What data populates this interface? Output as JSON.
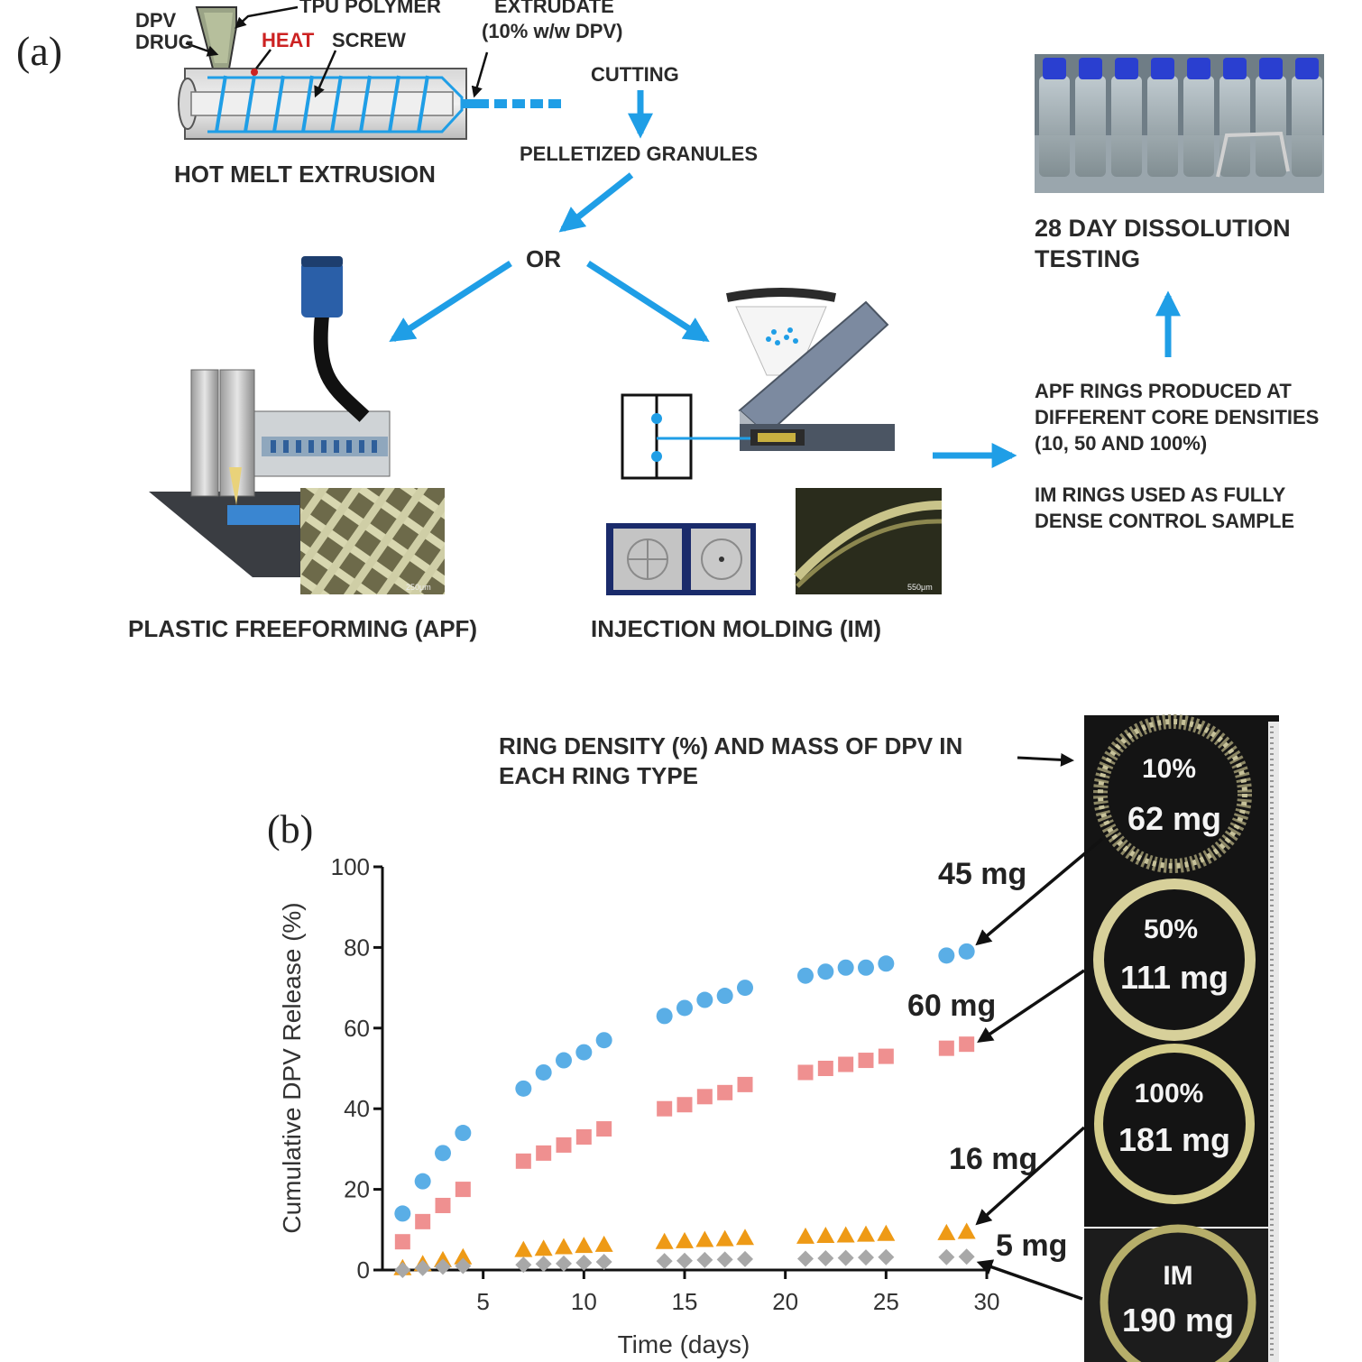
{
  "panel_a": {
    "label": "(a)",
    "hme": {
      "dpv_drug": "DPV\nDRUG",
      "tpu_polymer": "TPU POLYMER",
      "heat": "HEAT",
      "screw": "SCREW",
      "extrudate": "EXTRUDATE",
      "extrudate_sub": "(10% w/w DPV)",
      "title": "HOT MELT EXTRUSION"
    },
    "cutting": "CUTTING",
    "pellets": "PELLETIZED GRANULES",
    "or": "OR",
    "apf_title": "PLASTIC FREEFORMING (APF)",
    "im_title": "INJECTION MOLDING (IM)",
    "apf_scale": "250μm",
    "im_scale": "550μm",
    "dissolution": "28 DAY DISSOLUTION\nTESTING",
    "note1": "APF RINGS PRODUCED AT\nDIFFERENT CORE DENSITIES\n(10, 50 AND 100%)",
    "note2": "IM RINGS USED AS FULLY\nDENSE CONTROL SAMPLE",
    "colors": {
      "arrow": "#1f9ee6",
      "heat": "#cc2222",
      "extrudate": "#1f9ee6"
    }
  },
  "panel_b": {
    "label": "(b)",
    "legend_caption": "RING DENSITY (%) AND MASS OF DPV IN\nEACH RING TYPE",
    "rings": [
      {
        "density": "10%",
        "mass": "62 mg"
      },
      {
        "density": "50%",
        "mass": "111 mg"
      },
      {
        "density": "100%",
        "mass": "181 mg"
      },
      {
        "density": "IM",
        "mass": "190 mg"
      }
    ],
    "end_labels": [
      "45 mg",
      "60 mg",
      "16 mg",
      "5 mg"
    ]
  },
  "chart_data": {
    "type": "scatter",
    "title": "",
    "xlabel": "Time (days)",
    "ylabel": "Cumulative DPV Release (%)",
    "xlim": [
      0,
      30
    ],
    "ylim": [
      0,
      100
    ],
    "xticks": [
      5,
      10,
      15,
      20,
      25,
      30
    ],
    "yticks": [
      0,
      20,
      40,
      60,
      80,
      100
    ],
    "grid": false,
    "legend": "none",
    "series": [
      {
        "marker": "circle",
        "color": "#5aaee6",
        "x": [
          1,
          2,
          3,
          4,
          7,
          8,
          9,
          10,
          11,
          14,
          15,
          16,
          17,
          18,
          21,
          22,
          23,
          24,
          25,
          28,
          29
        ],
        "y": [
          14,
          22,
          29,
          34,
          45,
          49,
          52,
          54,
          57,
          63,
          65,
          67,
          68,
          70,
          73,
          74,
          75,
          75,
          76,
          78,
          79
        ]
      },
      {
        "marker": "square",
        "color": "#ef9090",
        "x": [
          1,
          2,
          3,
          4,
          7,
          8,
          9,
          10,
          11,
          14,
          15,
          16,
          17,
          18,
          21,
          22,
          23,
          24,
          25,
          28,
          29
        ],
        "y": [
          7,
          12,
          16,
          20,
          27,
          29,
          31,
          33,
          35,
          40,
          41,
          43,
          44,
          46,
          49,
          50,
          51,
          52,
          53,
          55,
          56
        ]
      },
      {
        "marker": "triangle",
        "color": "#ee9a16",
        "x": [
          1,
          2,
          3,
          4,
          7,
          8,
          9,
          10,
          11,
          14,
          15,
          16,
          17,
          18,
          21,
          22,
          23,
          24,
          25,
          28,
          29
        ],
        "y": [
          0.5,
          1.5,
          2.5,
          3.2,
          5,
          5.3,
          5.7,
          6,
          6.3,
          7,
          7.2,
          7.5,
          7.7,
          8,
          8.3,
          8.5,
          8.6,
          8.8,
          9,
          9.2,
          9.5
        ]
      },
      {
        "marker": "diamond",
        "color": "#a8a8a8",
        "x": [
          1,
          2,
          3,
          4,
          7,
          8,
          9,
          10,
          11,
          14,
          15,
          16,
          17,
          18,
          21,
          22,
          23,
          24,
          25,
          28,
          29
        ],
        "y": [
          0,
          0.5,
          0.8,
          1,
          1.3,
          1.5,
          1.6,
          1.8,
          2,
          2.2,
          2.3,
          2.5,
          2.6,
          2.7,
          2.8,
          2.9,
          3,
          3.1,
          3.2,
          3.2,
          3.3
        ]
      }
    ]
  }
}
